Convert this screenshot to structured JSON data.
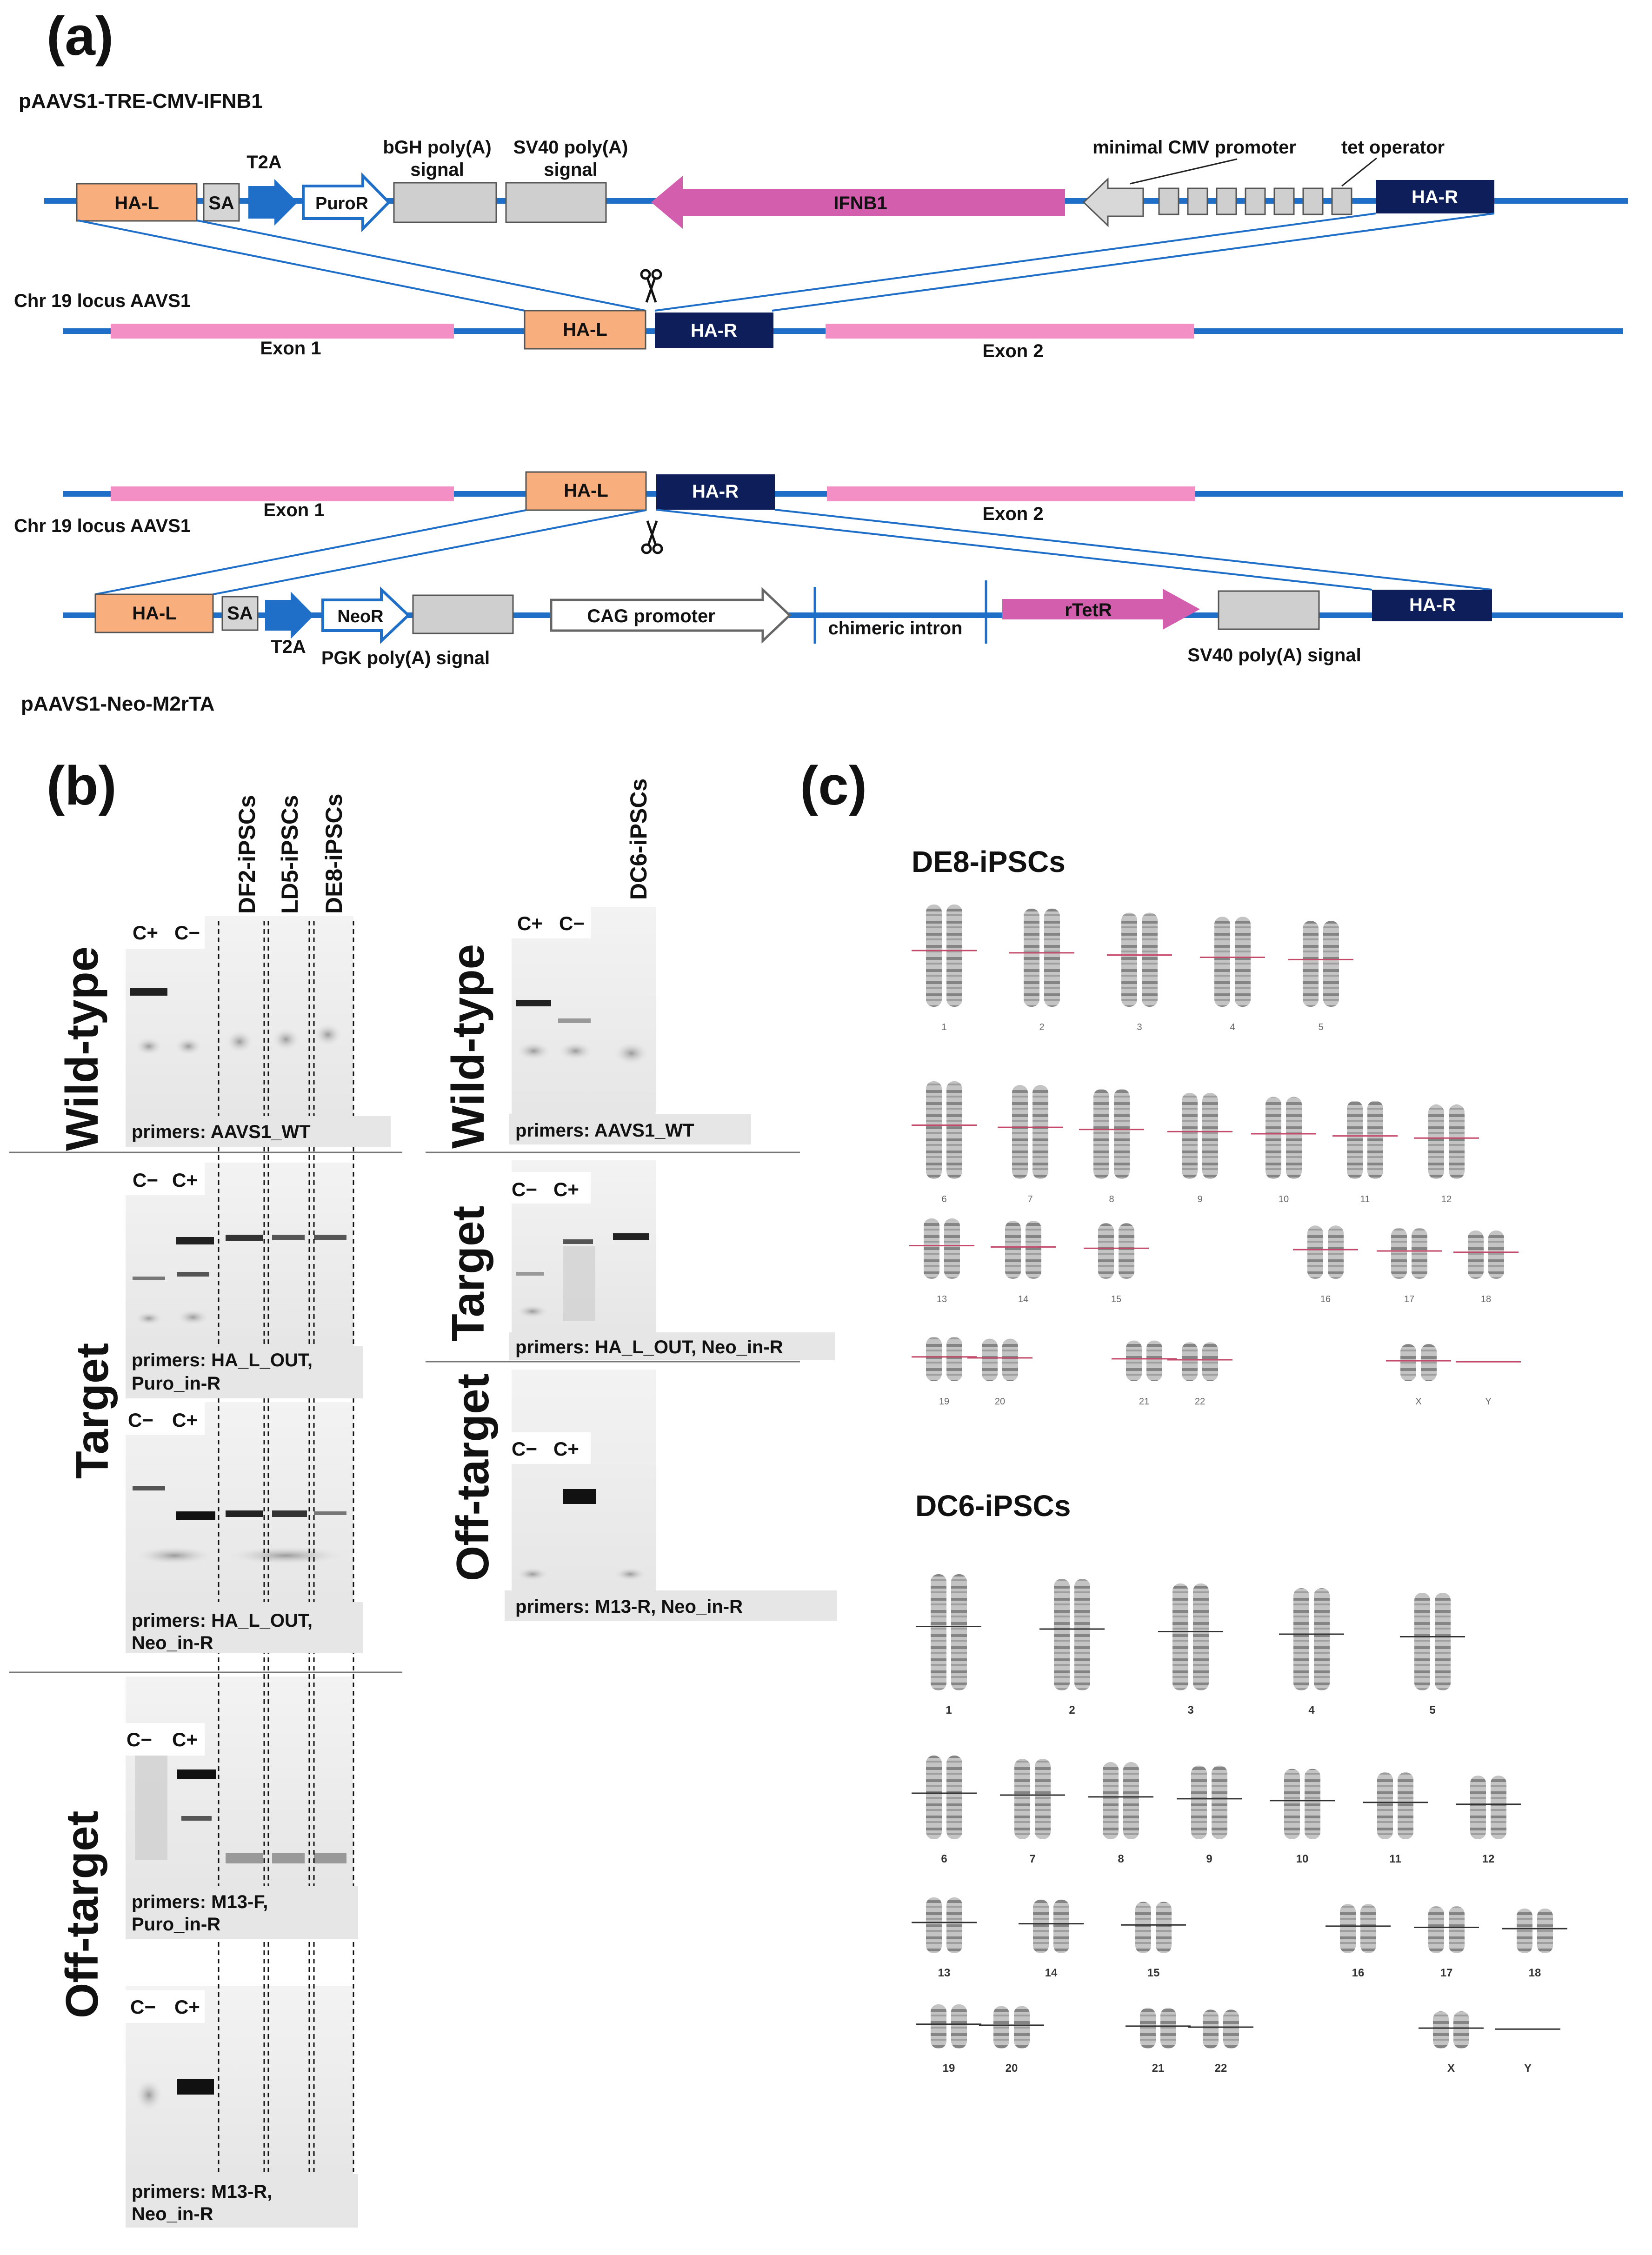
{
  "panel_labels": {
    "a": "(a)",
    "b": "(b)",
    "c": "(c)"
  },
  "panel_a": {
    "construct1": {
      "title": "pAAVS1-TRE-CMV-IFNB1",
      "ha_l": "HA-L",
      "sa": "SA",
      "t2a": "T2A",
      "puror": "PuroR",
      "bgh_line1": "bGH poly(A)",
      "bgh_line2": "signal",
      "sv40_line1": "SV40 poly(A)",
      "sv40_line2": "signal",
      "ifnb1": "IFNB1",
      "min_cmv": "minimal CMV promoter",
      "tet_op": "tet operator",
      "ha_r": "HA-R"
    },
    "locus1": {
      "label": "Chr 19 locus AAVS1",
      "exon1": "Exon 1",
      "exon2": "Exon 2",
      "ha_l": "HA-L",
      "ha_r": "HA-R"
    },
    "locus2": {
      "label": "Chr 19 locus AAVS1",
      "exon1": "Exon 1",
      "exon2": "Exon 2",
      "ha_l": "HA-L",
      "ha_r": "HA-R"
    },
    "construct2": {
      "title": "pAAVS1-Neo-M2rTA",
      "ha_l": "HA-L",
      "sa": "SA",
      "t2a": "T2A",
      "neor": "NeoR",
      "pgk": "PGK poly(A) signal",
      "cag": "CAG promoter",
      "intron": "chimeric intron",
      "rtetr": "rTetR",
      "sv40": "SV40 poly(A) signal",
      "ha_r": "HA-R"
    }
  },
  "panel_b": {
    "left_lanes": [
      "DF2-iPSCs",
      "LD5-iPSCs",
      "DE8-iPSCs"
    ],
    "right_lane": "DC6-iPSCs",
    "section_wt": "Wild-type",
    "section_target": "Target",
    "section_off": "Off-target",
    "c_plus": "C+",
    "c_minus": "C−",
    "primers": {
      "wt": "primers: AAVS1_WT",
      "t1_l1": "primers: HA_L_OUT,",
      "t1_l2": "Puro_in-R",
      "t2_l1": "primers: HA_L_OUT,",
      "t2_l2": "Neo_in-R",
      "o1_l1": "primers: M13-F,",
      "o1_l2": "Puro_in-R",
      "o2_l1": "primers: M13-R,",
      "o2_l2": "Neo_in-R",
      "r_wt": "primers: AAVS1_WT",
      "r_t": "primers: HA_L_OUT, Neo_in-R",
      "r_o": "primers: M13-R,  Neo_in-R"
    }
  },
  "panel_c": {
    "k1_title": "DE8-iPSCs",
    "k2_title": "DC6-iPSCs",
    "chromosomes": [
      "1",
      "2",
      "3",
      "4",
      "5",
      "6",
      "7",
      "8",
      "9",
      "10",
      "11",
      "12",
      "13",
      "14",
      "15",
      "16",
      "17",
      "18",
      "19",
      "20",
      "21",
      "22",
      "X",
      "Y"
    ]
  },
  "colors": {
    "line": "#1f6fc8",
    "ha_l": "#f9ae7e",
    "ha_r": "#0d1e5a",
    "exon": "#f48fc6",
    "ifnb1": "#d45eae",
    "grey_box": "#cfcfcf",
    "blue_arrow": "#1f6fc8"
  }
}
